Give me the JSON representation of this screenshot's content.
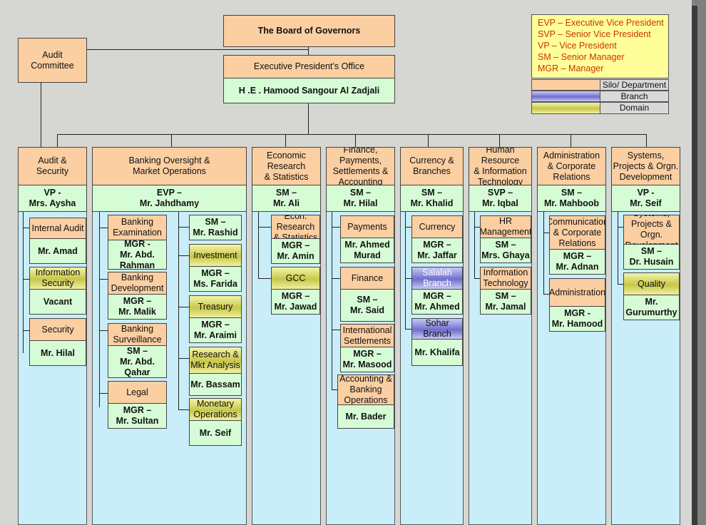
{
  "board": "The Board of Governors",
  "audit_committee": "Audit\nCommittee",
  "exec_office": {
    "title": "Executive President’s Office",
    "holder": "H .E . Hamood Sangour Al Zadjali"
  },
  "legend": {
    "lines": [
      "EVP – Executive Vice President",
      "SVP – Senior Vice President",
      "VP – Vice President",
      "SM – Senior Manager",
      "MGR – Manager"
    ],
    "keys": [
      {
        "label": "Silo/ Department",
        "color": "#fbcfa2"
      },
      {
        "label": "Branch",
        "color": "#7f7fd6"
      },
      {
        "label": "Domain",
        "color": "#d6d66a"
      }
    ]
  },
  "silos": [
    {
      "title": "Audit &\nSecurity",
      "head": "VP -\nMrs. Aysha",
      "units": [
        {
          "name": "Internal Audit",
          "person": "Mr. Amad"
        },
        {
          "name": "Information\nSecurity",
          "person": "Vacant"
        },
        {
          "name": "Security",
          "person": "Mr. Hilal"
        }
      ]
    },
    {
      "title": "Banking Oversight &\nMarket Operations",
      "head": "EVP –\nMr. Jahdhamy",
      "units_left": [
        {
          "name": "Banking\nExamination",
          "person": "MGR -\nMr. Abd.\nRahman"
        },
        {
          "name": "Banking\nDevelopment",
          "person": "MGR –\nMr. Malik"
        },
        {
          "name": "Banking\nSurveillance",
          "person": "SM –\nMr. Abd.\nQahar"
        },
        {
          "name": "Legal",
          "person": "MGR –\nMr. Sultan"
        }
      ],
      "units_right": [
        {
          "name": "",
          "person": "SM –\nMr. Rashid"
        },
        {
          "name": "Investment",
          "person": "MGR –\nMs. Farida"
        },
        {
          "name": "Treasury",
          "person": "MGR –\nMr. Araimi"
        },
        {
          "name": "Research &\nMkt Analysis",
          "person": "Mr. Bassam"
        },
        {
          "name": "Monetary\nOperations",
          "person": "Mr. Seif"
        }
      ]
    },
    {
      "title": "Economic\nResearch\n& Statistics",
      "head": "SM –\nMr.  Ali",
      "units": [
        {
          "name": "Econ. Research\n& Statistics",
          "person": "MGR –\nMr.  Amin"
        },
        {
          "name": "GCC",
          "person": "MGR –\nMr. Jawad"
        }
      ]
    },
    {
      "title": "Finance, Payments,\nSettlements &\nAccounting",
      "head": "SM –\nMr. Hilal",
      "units": [
        {
          "name": "Payments",
          "person": "Mr. Ahmed\nMurad"
        },
        {
          "name": "Finance",
          "person": "SM –\nMr. Said"
        },
        {
          "name": "International\nSettlements",
          "person": "MGR –\nMr. Masood"
        },
        {
          "name": "Accounting &\nBanking\nOperations",
          "person": "Mr. Bader"
        }
      ]
    },
    {
      "title": "Currency &\nBranches",
      "head": "SM –\nMr. Khalid",
      "units": [
        {
          "name": "Currency",
          "person": "MGR –\nMr. Jaffar"
        },
        {
          "name": "Salalah\nBranch",
          "person": "MGR –\nMr. Ahmed"
        },
        {
          "name": "Sohar Branch",
          "person": "Mr. Khalifa"
        }
      ]
    },
    {
      "title": "Human Resource\n&  Information\nTechnology",
      "head": "SVP –\nMr. Iqbal",
      "units": [
        {
          "name": "HR\nManagement",
          "person": "SM –\nMrs. Ghaya"
        },
        {
          "name": "Information\nTechnology",
          "person": "SM –\nMr. Jamal"
        }
      ]
    },
    {
      "title": "Administration\n& Corporate\nRelations",
      "head": "SM –\nMr. Mahboob",
      "units": [
        {
          "name": "Communication\n& Corporate\nRelations",
          "person": "MGR –\nMr. Adnan"
        },
        {
          "name": "Administration",
          "person": "MGR -\nMr. Hamood"
        }
      ]
    },
    {
      "title": "Systems,\nProjects & Orgn.\nDevelopment",
      "head": "VP -\nMr. Seif",
      "units": [
        {
          "name": "Systems,\nProjects & Orgn.\nDevelopment",
          "person": "SM –\nDr. Husain"
        },
        {
          "name": "Quality",
          "person": "Mr. Gurumurthy"
        }
      ]
    }
  ]
}
